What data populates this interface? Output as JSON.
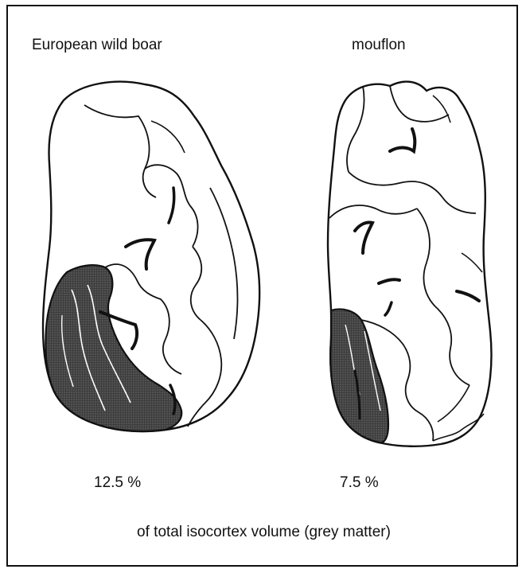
{
  "figure": {
    "left_panel": {
      "species": "European wild boar",
      "percentage": "12.5 %"
    },
    "right_panel": {
      "species": "mouflon",
      "percentage": "7.5 %"
    },
    "caption": "of total isocortex volume (grey matter)"
  },
  "colors": {
    "outline": "#111111",
    "shaded_region": "#4a4a4a",
    "background": "#ffffff"
  }
}
